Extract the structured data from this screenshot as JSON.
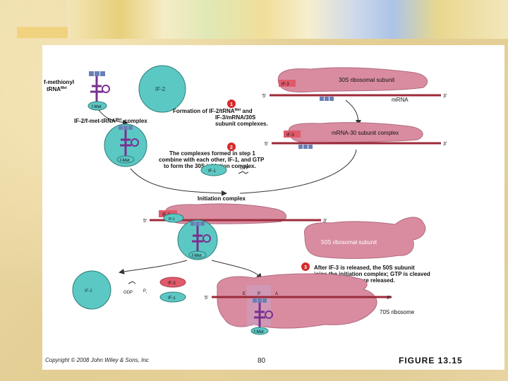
{
  "diagram": {
    "labels": {
      "trna_name_line1": "f-methionyl",
      "trna_name_line2": "tRNA",
      "met_sup": "Met",
      "fmet": "f-Met",
      "if2": "IF-2",
      "if3": "IF-3",
      "if1": "IF-1",
      "gtp": "GTP",
      "gdp": "GDP",
      "pi": "P",
      "pi_sub": "i",
      "ribo30s": "30S ribosomal subunit",
      "mrna": "mRNA",
      "five_prime": "5'",
      "three_prime": "3'",
      "mrna30_complex": "mRNA-30 subunit complex",
      "if2_fmet_complex": "IF-2/f-met-tRNA",
      "complex_word": "complex",
      "initiation_complex": "Initiation complex",
      "ribo50s": "50S ribosomal subunit",
      "ribo70s": "70S ribosome",
      "site_e": "E",
      "site_p": "P",
      "site_a": "A"
    },
    "steps": [
      {
        "number": "1",
        "line1": "Formation of IF-2/tRNA",
        "sup": "Met",
        "line1b": " and",
        "line2": "IF-3/mRNA/30S",
        "line3": "subunit complexes."
      },
      {
        "number": "2",
        "line1": "The complexes formed in step 1",
        "line2": "combine with each other, IF-1, and GTP",
        "line3": "to form the 30S initiation complex."
      },
      {
        "number": "3",
        "line1": "After IF-3 is released, the 50S subunit",
        "line2": "joins the initiation complex; GTP is cleaved",
        "line3": "and IF-1 and IF-2 are released."
      }
    ]
  },
  "footer": {
    "copyright": "Copyright © 2008 John Wiley & Sons, Inc",
    "page": "80",
    "figure": "FIGURE   13.15"
  },
  "colors": {
    "ribosome": "#d98ca0",
    "if_blob": "#5cc8c4",
    "trna": "#7a2f8f",
    "mrna": "#9c2a3a",
    "step_badge": "#d82a2a",
    "if_label_box": "#e05a6a"
  }
}
